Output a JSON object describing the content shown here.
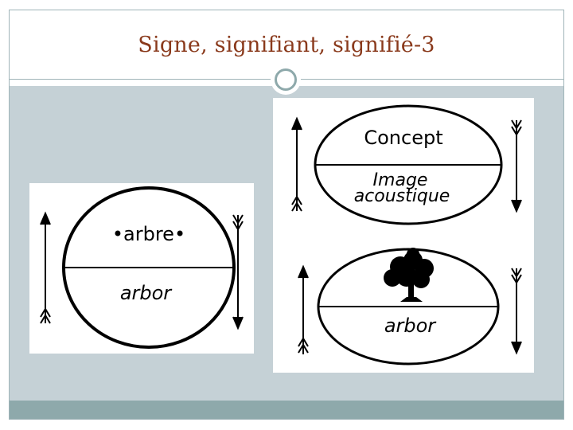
{
  "slide": {
    "title": "Signe, signifiant, signifié-3"
  },
  "diagram_left": {
    "top_label": "•arbre•",
    "bottom_label": "arbor"
  },
  "diagram_right_top": {
    "top_label": "Concept",
    "bottom_label_line1": "Image",
    "bottom_label_line2": "acoustique"
  },
  "diagram_right_bottom": {
    "bottom_label": "arbor"
  },
  "colors": {
    "title": "#8a3a1c",
    "content_bg": "#c5d1d6",
    "accent_band": "#8ea9ab",
    "rule": "#9fb4b8"
  }
}
